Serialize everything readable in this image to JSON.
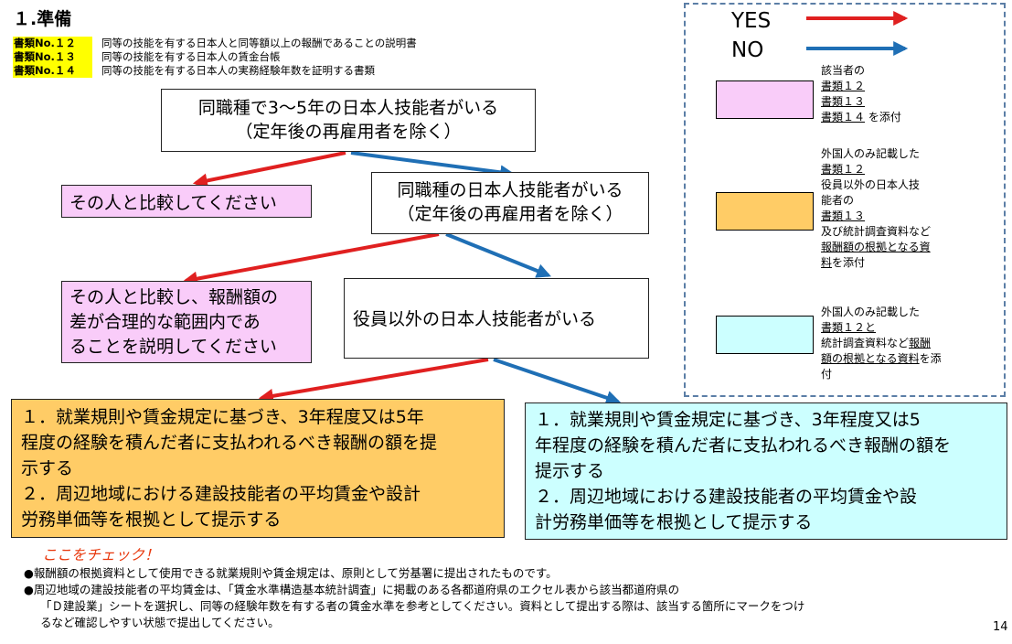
{
  "title": "１.準備",
  "documents": [
    {
      "label": "書類No.１２",
      "desc": "同等の技能を有する日本人と同等額以上の報酬であることの説明書"
    },
    {
      "label": "書類No.１３",
      "desc": "同等の技能を有する日本人の賃金台帳"
    },
    {
      "label": "書類No.１４",
      "desc": "同等の技能を有する日本人の実務経験年数を証明する書類"
    }
  ],
  "flow": {
    "q1": {
      "line1": "同職種で3～5年の日本人技能者がいる",
      "line2": "（定年後の再雇用者を除く）"
    },
    "a1": "その人と比較してください",
    "q2": {
      "line1": "同職種の日本人技能者がいる",
      "line2": "（定年後の再雇用者を除く）"
    },
    "a2": {
      "line1": "その人と比較し、報酬額の",
      "line2": "差が合理的な範囲内であ",
      "line3": "ることを説明してください"
    },
    "q3": "役員以外の日本人技能者がいる",
    "r1": {
      "line1": "１．就業規則や賃金規定に基づき、3年程度又は5年",
      "line2": "程度の経験を積んだ者に支払われるべき報酬の額を提",
      "line3": "示する",
      "line4": "２．周辺地域における建設技能者の平均賃金や設計",
      "line5": "労務単価等を根拠として提示する"
    },
    "r2": {
      "line1": "１．就業規則や賃金規定に基づき、3年程度又は5",
      "line2": "年程度の経験を積んだ者に支払われるべき報酬の額を",
      "line3": "提示する",
      "line4": "２．周辺地域における建設技能者の平均賃金や設",
      "line5": "計労務単価等を根拠として提示する"
    }
  },
  "legend": {
    "yes": "YES",
    "no": "NO",
    "yes_color": "#e02020",
    "no_color": "#1f6fb5",
    "pink": {
      "l1": "該当者の",
      "l2": "書類１２",
      "l3": "書類１３",
      "l4": "書類１４",
      "l4b": "を添付"
    },
    "orange": {
      "l1": "外国人のみ記載した",
      "l2": "書類１２",
      "l3": "役員以外の日本人技",
      "l4": "能者の",
      "l5": "書類１３",
      "l6": "及び統計調査資料など",
      "l7": "報酬額の根拠となる資",
      "l8": "料",
      "l8b": "を添付"
    },
    "cyan": {
      "l1": "外国人のみ記載した",
      "l2": "書類１２と",
      "l3a": "統計調査資料など",
      "l3b": "報酬",
      "l4a": "額の根拠となる資料",
      "l4b": "を添",
      "l5": "付"
    }
  },
  "check_heading": "ここをチェック！",
  "notes": {
    "n1": "●報酬額の根拠資料として使用できる就業規則や賃金規定は、原則として労基署に提出されたものです。",
    "n2": "●周辺地域の建設技能者の平均賃金は、「賃金水準構造基本統計調査」に掲載のある各都道府県のエクセル表から該当都道府県の",
    "n3": "「Ｄ建設業」シートを選択し、同等の経験年数を有する者の賃金水準を参考としてください。資料として提出する際は、該当する箇所にマークをつけ",
    "n4": "るなど確認しやすい状態で提出してください。"
  },
  "page_number": "14"
}
